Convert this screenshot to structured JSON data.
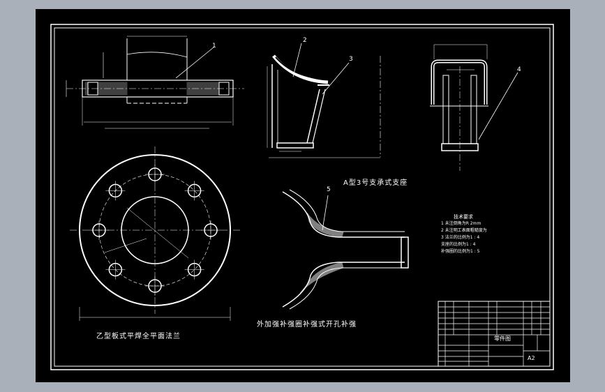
{
  "colors": {
    "background": "#a9b0b9",
    "sheet": "#000000",
    "line": "#ffffff"
  },
  "labels": {
    "flange_title": "乙型板式平焊全平面法兰",
    "support_title": "A型3号支承式支座",
    "reinforcement_title": "外加强补强圈补强式开孔补强",
    "part_1": "1",
    "part_2": "2",
    "part_3": "3",
    "part_4": "4",
    "part_5": "5"
  },
  "technical_requirements": {
    "heading": "技术要求",
    "items": [
      "1  未注倒角为R 2mm",
      "2  未注明工表面粗糙度为",
      "3  法兰的比例为1 : 4",
      "   支座的比例为1 : 4",
      "   补强圈的比例为1 : 5"
    ]
  },
  "title_block": {
    "drawing_name": "零件图",
    "sheet_size": "A2"
  }
}
